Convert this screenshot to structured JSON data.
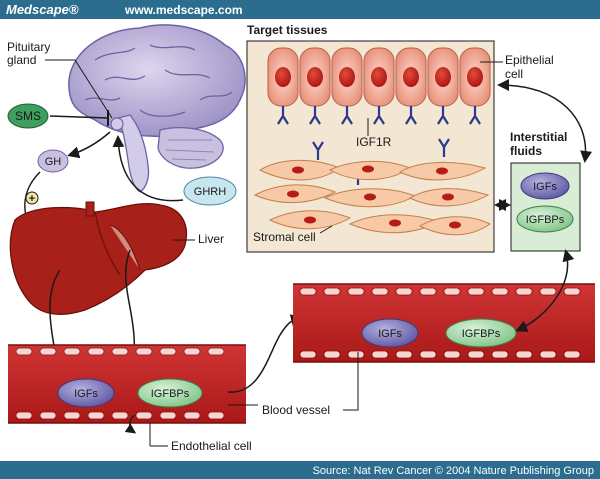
{
  "header": {
    "brand": "Medscape®",
    "url": "www.medscape.com"
  },
  "diagram": {
    "pituitary_label_1": "Pituitary",
    "pituitary_label_2": "gland",
    "sms": "SMS",
    "gh": "GH",
    "plus": "+",
    "ghrh": "GHRH",
    "liver": "Liver",
    "target_tissues": "Target tissues",
    "epithelial_1": "Epithelial",
    "epithelial_2": "cell",
    "igf1r": "IGF1R",
    "interstitial_1": "Interstitial",
    "interstitial_2": "fluids",
    "igfs": "IGFs",
    "igfbps": "IGFBPs",
    "stromal": "Stromal cell",
    "blood_vessel": "Blood vessel",
    "endothelial": "Endothelial cell"
  },
  "footer": {
    "source": "Source: Nat Rev Cancer © 2004 Nature Publishing Group"
  },
  "colors": {
    "header_bg": "#2b6d8e",
    "vessel_red": "#b81d1d",
    "liver_red": "#a8201a",
    "igfs_purple": "#7a75b8",
    "igfbps_green": "#9fd4a4",
    "sms_green": "#3e9e5e",
    "ghrh_blue": "#c8e6f0",
    "gh_lavender": "#c9c0e0",
    "tissue_bg": "#f3e6d3",
    "interstitial_bg": "#d9ecd5"
  }
}
